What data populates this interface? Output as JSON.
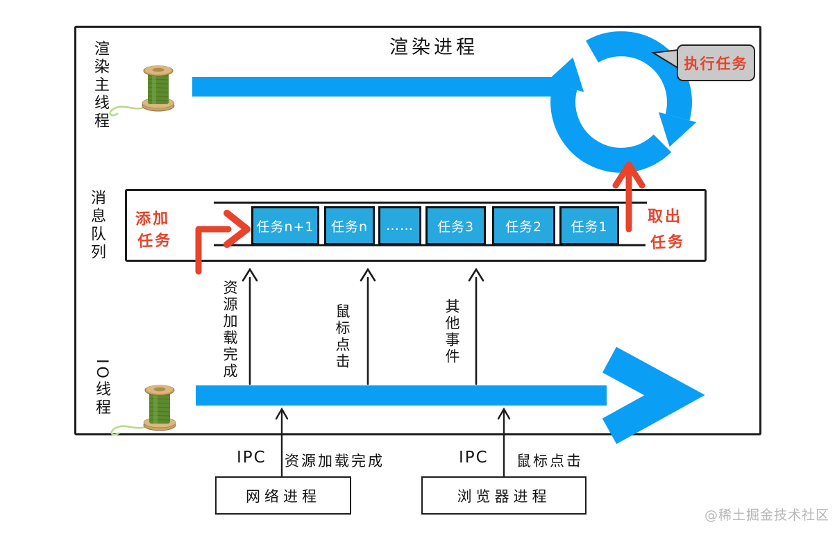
{
  "title": "渲染进程",
  "threads": {
    "render_main": "渲染主线程",
    "io": "IO线程"
  },
  "queue": {
    "label": "消息队列",
    "add_task": [
      "添加",
      "任务"
    ],
    "take_task": [
      "取出",
      "任务"
    ],
    "tasks": [
      "任务n+1",
      "任务n",
      "……",
      "任务3",
      "任务2",
      "任务1"
    ]
  },
  "loop_bubble": "执行任务",
  "events": [
    "资源加载完成",
    "鼠标点击",
    "其他事件"
  ],
  "ipc": [
    {
      "label": "IPC",
      "event": "资源加载完成",
      "process": "网络进程"
    },
    {
      "label": "IPC",
      "event": "鼠标点击",
      "process": "浏览器进程"
    }
  ],
  "watermark": "@稀土掘金技术社区",
  "colors": {
    "thread_blue": "#0a9ef5",
    "task_blue": "#27a8df",
    "accent_red": "#e8432b",
    "bubble_gray": "#c9c9c9"
  }
}
